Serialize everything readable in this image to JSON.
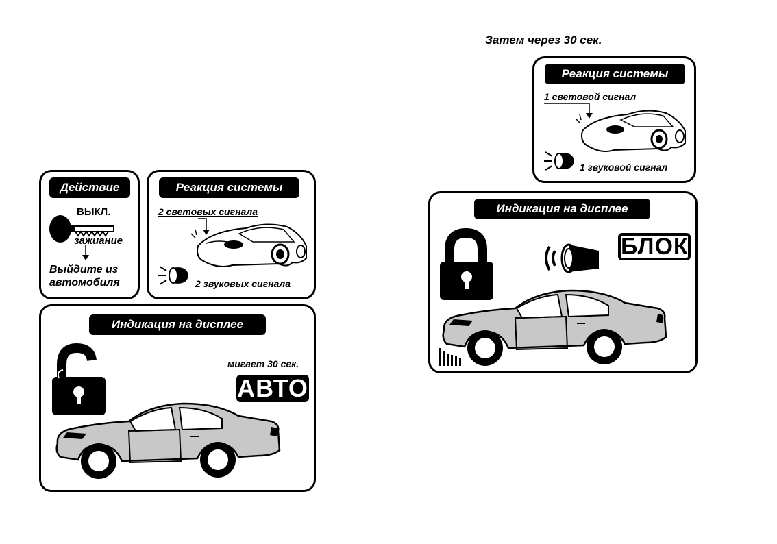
{
  "header_note": "Затем через 30 сек.",
  "action_panel": {
    "title": "Действие",
    "key_state": "ВЫКЛ.",
    "ignition": "зажиание",
    "instruction": "Выйдите из автомобиля"
  },
  "reaction_left": {
    "title": "Реакция системы",
    "light_signals": "2 световых сигнала",
    "sound_signals": "2 звуковых сигнала"
  },
  "display_left": {
    "title": "Индикация на дисплее",
    "blink_note": "мигает 30 сек.",
    "screen_text": "АВТО",
    "lock_state": "unlocked"
  },
  "reaction_right": {
    "title": "Реакция системы",
    "light_signals": "1 световой сигнал",
    "sound_signals": "1 звуковой сигнал"
  },
  "display_right": {
    "title": "Индикация на дисплее",
    "screen_text": "БЛОК",
    "lock_state": "locked"
  },
  "icons": [
    "key-icon",
    "arrow-down-icon",
    "car-front-icon",
    "siren-icon",
    "padlock-open-icon",
    "padlock-closed-icon",
    "car-side-icon",
    "speaker-icon",
    "signal-bars-icon"
  ]
}
